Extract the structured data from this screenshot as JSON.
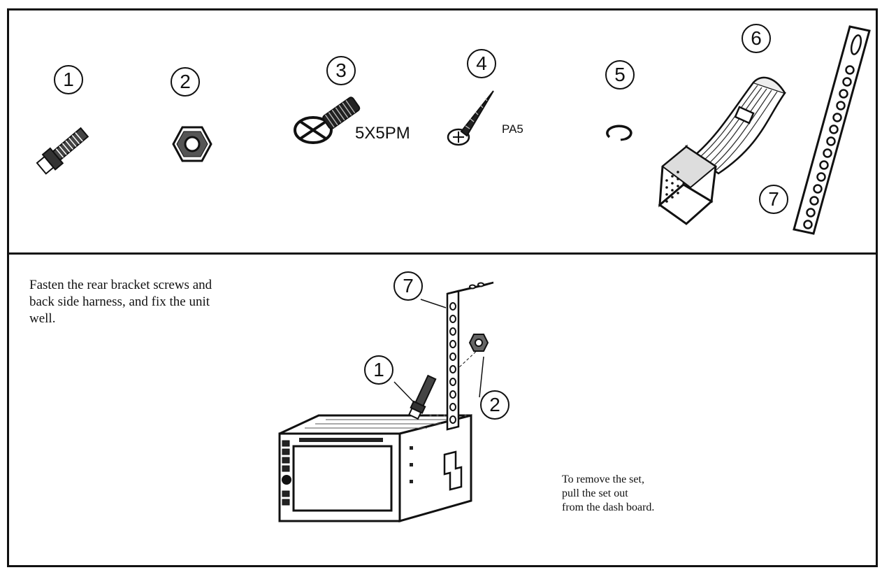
{
  "parts": [
    {
      "number": "1",
      "spec": ""
    },
    {
      "number": "2",
      "spec": ""
    },
    {
      "number": "3",
      "spec": "5X5PM"
    },
    {
      "number": "4",
      "spec": "PA5"
    },
    {
      "number": "5",
      "spec": ""
    },
    {
      "number": "6",
      "spec": ""
    },
    {
      "number": "7",
      "spec": ""
    }
  ],
  "instructions": {
    "fasten_lines": [
      "Fasten the rear bracket screws and",
      "back side harness, and fix the unit",
      "well."
    ],
    "remove_lines": [
      "To remove the set,",
      "pull the set out",
      "from the dash board."
    ]
  },
  "diagram_callouts": [
    "7",
    "1",
    "2"
  ]
}
